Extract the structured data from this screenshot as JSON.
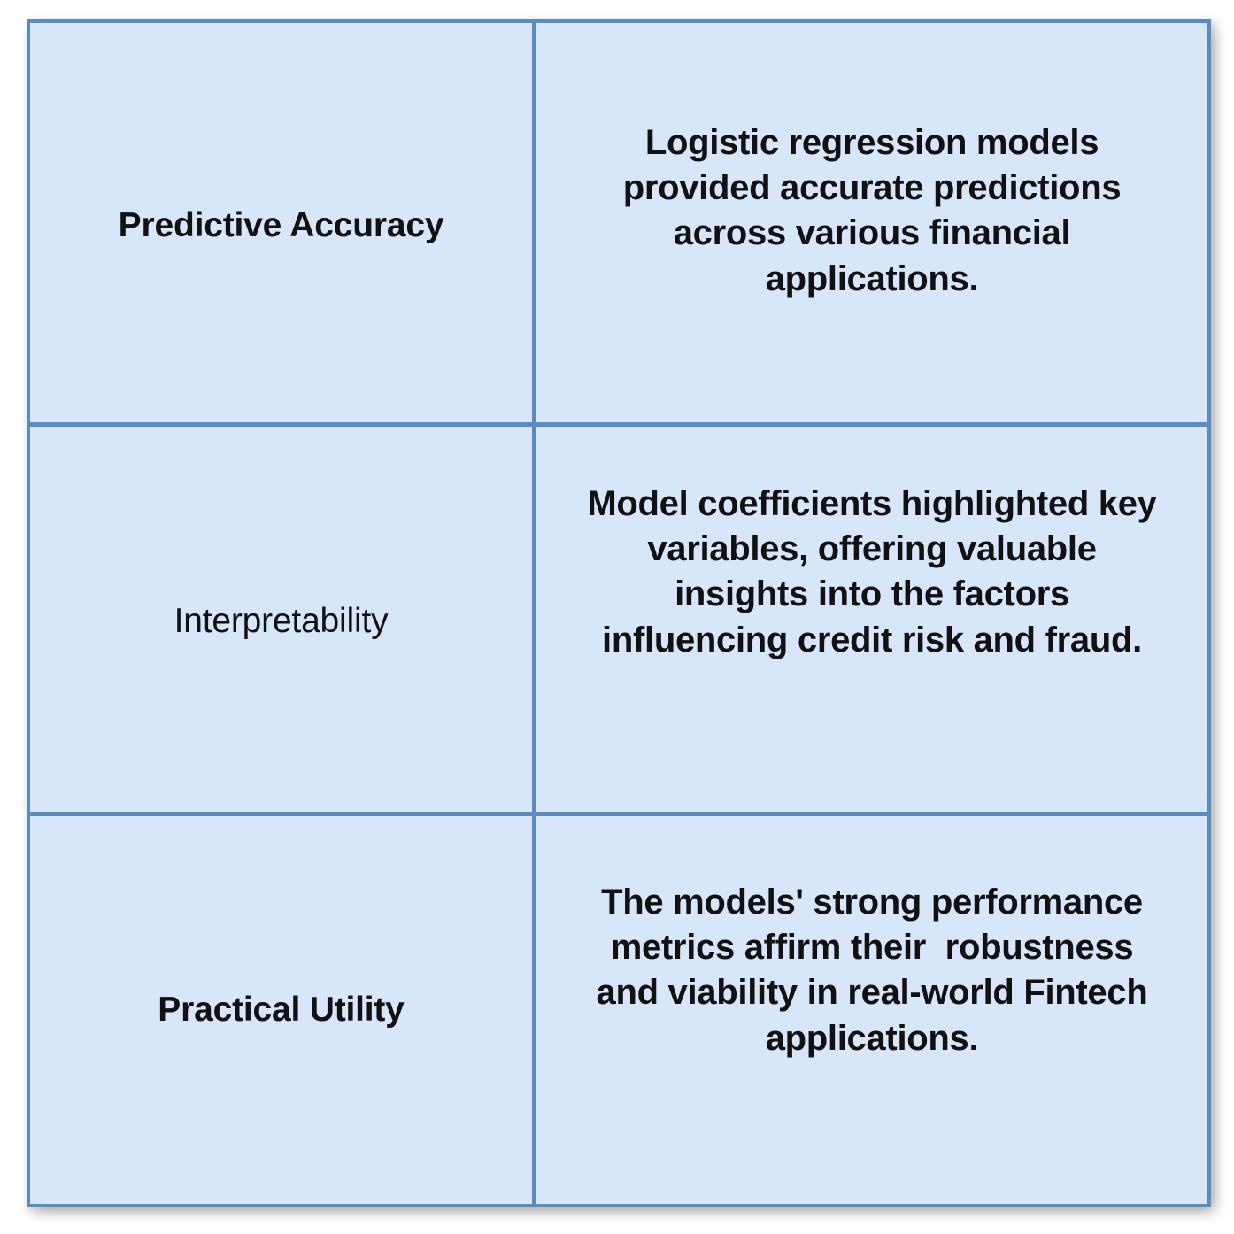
{
  "document": {
    "type": "two-column-summary-table",
    "colors": {
      "cell_background": "#d7e6f9",
      "border": "#5b8cbf",
      "text": "#111111",
      "page_background": "#ffffff"
    },
    "rows": [
      {
        "label": "Predictive Accuracy",
        "description": "Logistic regression models provided accurate predictions across various financial applications."
      },
      {
        "label": "Interpretability",
        "description": "Model coefficients highlighted key variables, offering valuable insights into the factors influencing credit risk and fraud."
      },
      {
        "label": "Practical Utility",
        "description": "The models' strong performance metrics affirm their  robustness and viability in real-world Fintech applications."
      }
    ]
  }
}
